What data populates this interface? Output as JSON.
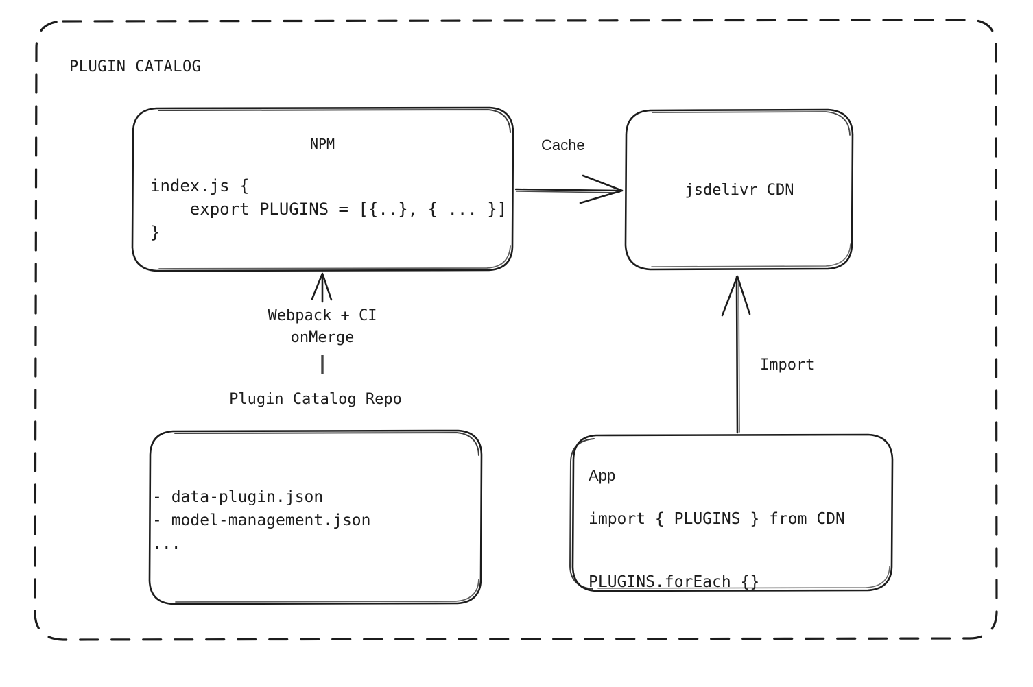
{
  "diagram": {
    "title": "PLUGIN CATALOG",
    "colors": {
      "stroke": "#1c1c1c",
      "text": "#1c1c1c",
      "background": "#ffffff"
    },
    "nodes": {
      "npm": {
        "title": "NPM",
        "code": "index.js {\n    export PLUGINS = [{..}, { ... }]\n}"
      },
      "cdn": {
        "title": "jsdelivr CDN"
      },
      "repo": {
        "caption": "Plugin Catalog Repo",
        "items": "- data-plugin.json\n- model-management.json\n..."
      },
      "app": {
        "title": "App",
        "code": "import { PLUGINS } from CDN\n\nPLUGINS.forEach {}"
      }
    },
    "edges": {
      "cache": {
        "label": "Cache",
        "from": "npm",
        "to": "cdn"
      },
      "build": {
        "label": "Webpack + CI\nonMerge",
        "from": "repo",
        "to": "npm"
      },
      "import": {
        "label": "Import",
        "from": "app",
        "to": "cdn"
      }
    }
  }
}
